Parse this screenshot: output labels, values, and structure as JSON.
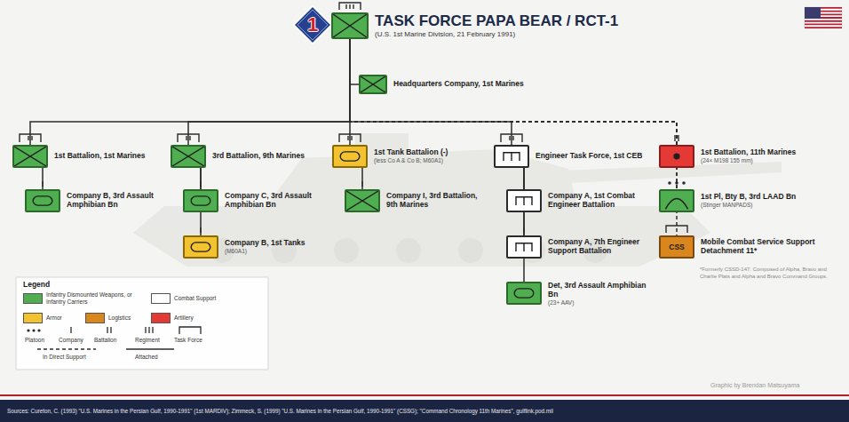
{
  "diagram": {
    "nodes": [
      {
        "text": [
          "1"
        ]
      },
      {
        "text": [
          "TASK FORCE PAPA BEAR / RCT-1",
          "(U.S. 1st Marine Division, 21 February 1991)"
        ]
      },
      {
        "text": [
          "Headquarters Company, 1st Marines"
        ]
      },
      {
        "text": [
          "1st Battalion, 1st Marines"
        ]
      },
      {
        "text": [
          "Company B, 3rd Assault Amphibian Bn"
        ]
      },
      {
        "text": [
          "3rd Battalion, 9th Marines"
        ]
      },
      {
        "text": [
          "Company C, 3rd Assault Amphibian Bn"
        ]
      },
      {
        "text": [
          "Company B, 1st Tanks",
          "(M60A1)"
        ]
      },
      {
        "text": [
          "1st Tank Battalion (-)",
          "(less Co A & Co B; M60A1)"
        ]
      },
      {
        "text": [
          "Company I, 3rd Battalion, 9th Marines"
        ]
      },
      {
        "text": [
          "Engineer Task Force, 1st CEB"
        ]
      },
      {
        "text": [
          "Company A, 1st Combat Engineer Battalion"
        ]
      },
      {
        "text": [
          "Company A, 7th Engineer Support Battalion"
        ]
      },
      {
        "text": [
          "Det, 3rd Assault Amphibian Bn",
          "(23+ AAV)"
        ]
      },
      {
        "text": [
          "1st Battalion, 11th Marines",
          "(24× M198 155 mm)"
        ]
      },
      {
        "text": [
          "1st Pl, Bty B, 3rd LAAD Bn",
          "(Stinger MANPADS)"
        ]
      },
      {
        "text": [
          "CSS",
          "Mobile Combat Service Support Detachment 11*"
        ]
      },
      {
        "text": [
          "Sources: Cureton, C. (1993) \"U.S. Marines in the Persian Gulf, 1990-1991\" (1st MARDIV); Zimmeck, S. (1999) \"U.S. Marines in the Persian Gulf, 1990-1991\" (CSSG); \"Command Chronology 11th Marines\", gulflink.pod.mil"
        ]
      }
    ],
    "edges": [
      {
        "from": 1,
        "to": 2,
        "arrow": "none"
      },
      {
        "from": 1,
        "to": 3,
        "arrow": "none"
      },
      {
        "from": 1,
        "to": 5,
        "arrow": "none"
      },
      {
        "from": 1,
        "to": 8,
        "arrow": "none"
      },
      {
        "from": 1,
        "to": 10,
        "arrow": "none"
      },
      {
        "from": 1,
        "to": 14,
        "arrow": "none"
      },
      {
        "from": 1,
        "to": 15,
        "arrow": "none"
      },
      {
        "from": 1,
        "to": 16,
        "arrow": "none"
      },
      {
        "from": 3,
        "to": 4,
        "arrow": "none"
      },
      {
        "from": 5,
        "to": 6,
        "arrow": "none"
      },
      {
        "from": 5,
        "to": 7,
        "arrow": "none"
      },
      {
        "from": 8,
        "to": 9,
        "arrow": "none"
      },
      {
        "from": 10,
        "to": 11,
        "arrow": "none"
      },
      {
        "from": 10,
        "to": 12,
        "arrow": "none"
      },
      {
        "from": 10,
        "to": 13,
        "arrow": "none"
      }
    ],
    "labels": [
      "*Formerly CSSD-147. Composed of Alpha, Bravo and Charlie Plats and Alpha and Bravo Command Groups.",
      "Legend",
      "Graphic by Brendan Matsuyama"
    ],
    "legend": [
      {
        "text": "Infantry Dismounted Weapons, or Infantry Carriers",
        "color": "#4fae4f"
      },
      {
        "text": "Combat Support",
        "color": "#ffffff"
      },
      {
        "text": "Armor",
        "color": "#f2c230"
      },
      {
        "text": "Logistics",
        "color": "#d9861c"
      },
      {
        "text": "Artillery",
        "color": "#e53935"
      },
      {
        "text": "Platoon"
      },
      {
        "text": "Company"
      },
      {
        "text": "Battalion"
      },
      {
        "text": "Regiment"
      },
      {
        "text": "Task Force"
      },
      {
        "text": "In Direct Support"
      },
      {
        "text": "Attached"
      }
    ]
  }
}
